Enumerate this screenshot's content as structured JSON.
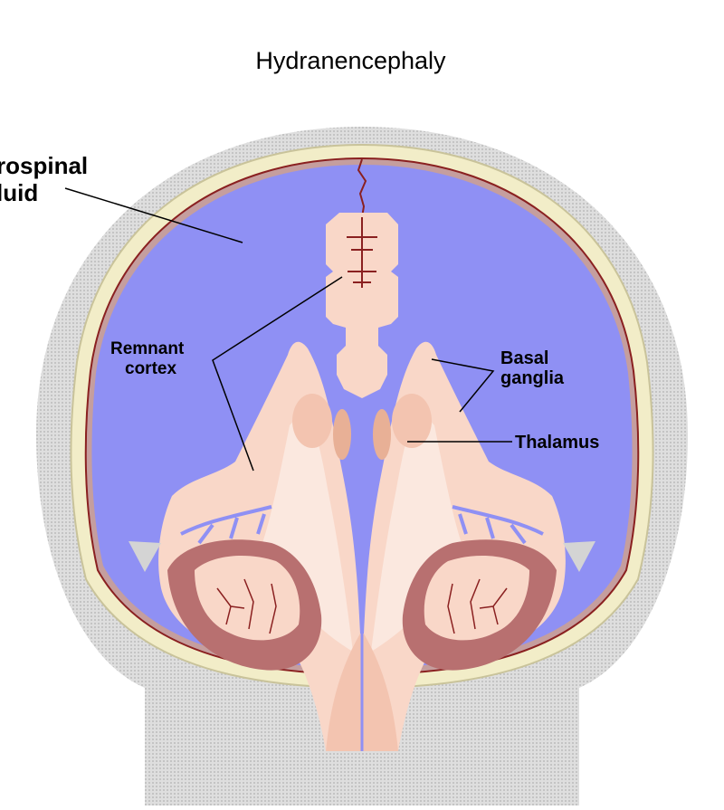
{
  "title": "Hydranencephaly",
  "labels": {
    "csf_line1": "rospinal",
    "csf_line2": "luid",
    "remnant_line1": "Remnant",
    "remnant_line2": "cortex",
    "basal_line1": "Basal",
    "basal_line2": "ganglia",
    "thalamus": "Thalamus"
  },
  "colors": {
    "csf": "#8f90f4",
    "tissue": "#f9d7c8",
    "tissue_light": "#fbe8df",
    "cerebellum": "#b87070",
    "skull": "#f2edc8",
    "scalp": "#d8d8d8",
    "vessel": "#8a2020"
  }
}
